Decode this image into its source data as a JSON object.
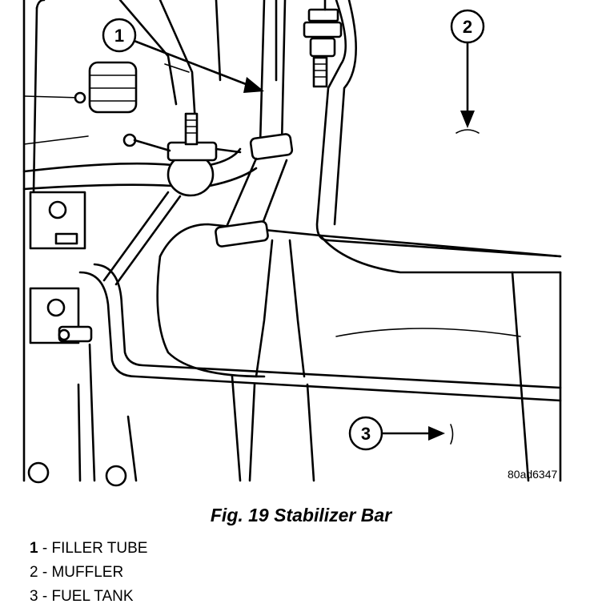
{
  "figure": {
    "callouts": [
      {
        "label": "1"
      },
      {
        "label": "2"
      },
      {
        "label": "3"
      }
    ],
    "image_id": "80ad6347"
  },
  "caption": "Fig. 19 Stabilizer Bar",
  "legend": [
    {
      "number": "1",
      "text": " - FILLER TUBE"
    },
    {
      "number": "2",
      "text": " - MUFFLER"
    },
    {
      "number": "3",
      "text": " - FUEL TANK"
    }
  ]
}
